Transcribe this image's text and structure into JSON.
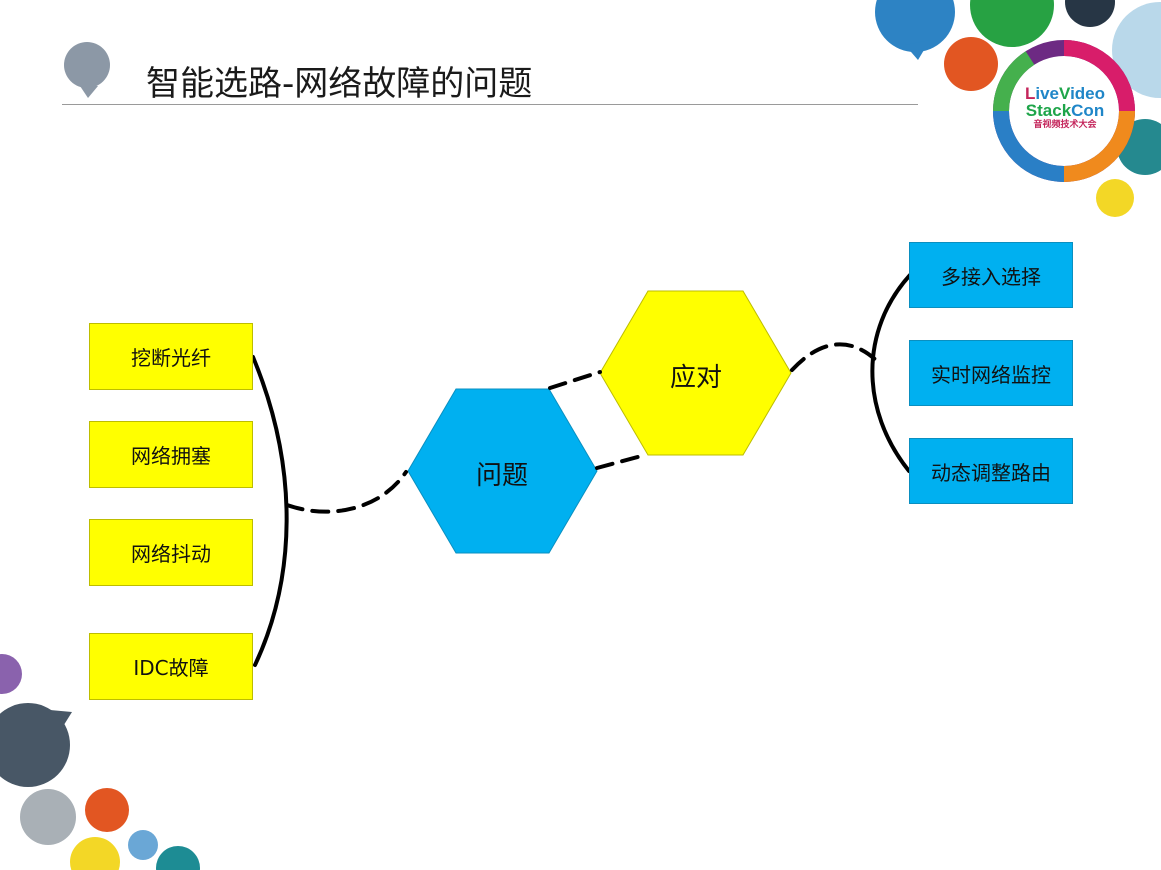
{
  "slide": {
    "title": "智能选路-网络故障的问题"
  },
  "logo": {
    "line1_a": "L",
    "line1_b": "ive",
    "line1_c": "V",
    "line1_d": "ideo",
    "line2_a": "Stack",
    "line2_b": "Con",
    "line3": "音视频技术大会"
  },
  "diagram": {
    "problem_hex": "问题",
    "response_hex": "应对",
    "problems": [
      "挖断光纤",
      "网络拥塞",
      "网络抖动",
      "IDC故障"
    ],
    "responses": [
      "多接入选择",
      "实时网络监控",
      "动态调整路由"
    ]
  },
  "colors": {
    "yellow": "#ffff00",
    "blue": "#00b0f0",
    "logo_pink": "#c4255b",
    "logo_blue": "#1f86c8",
    "logo_green": "#1fa54a"
  }
}
